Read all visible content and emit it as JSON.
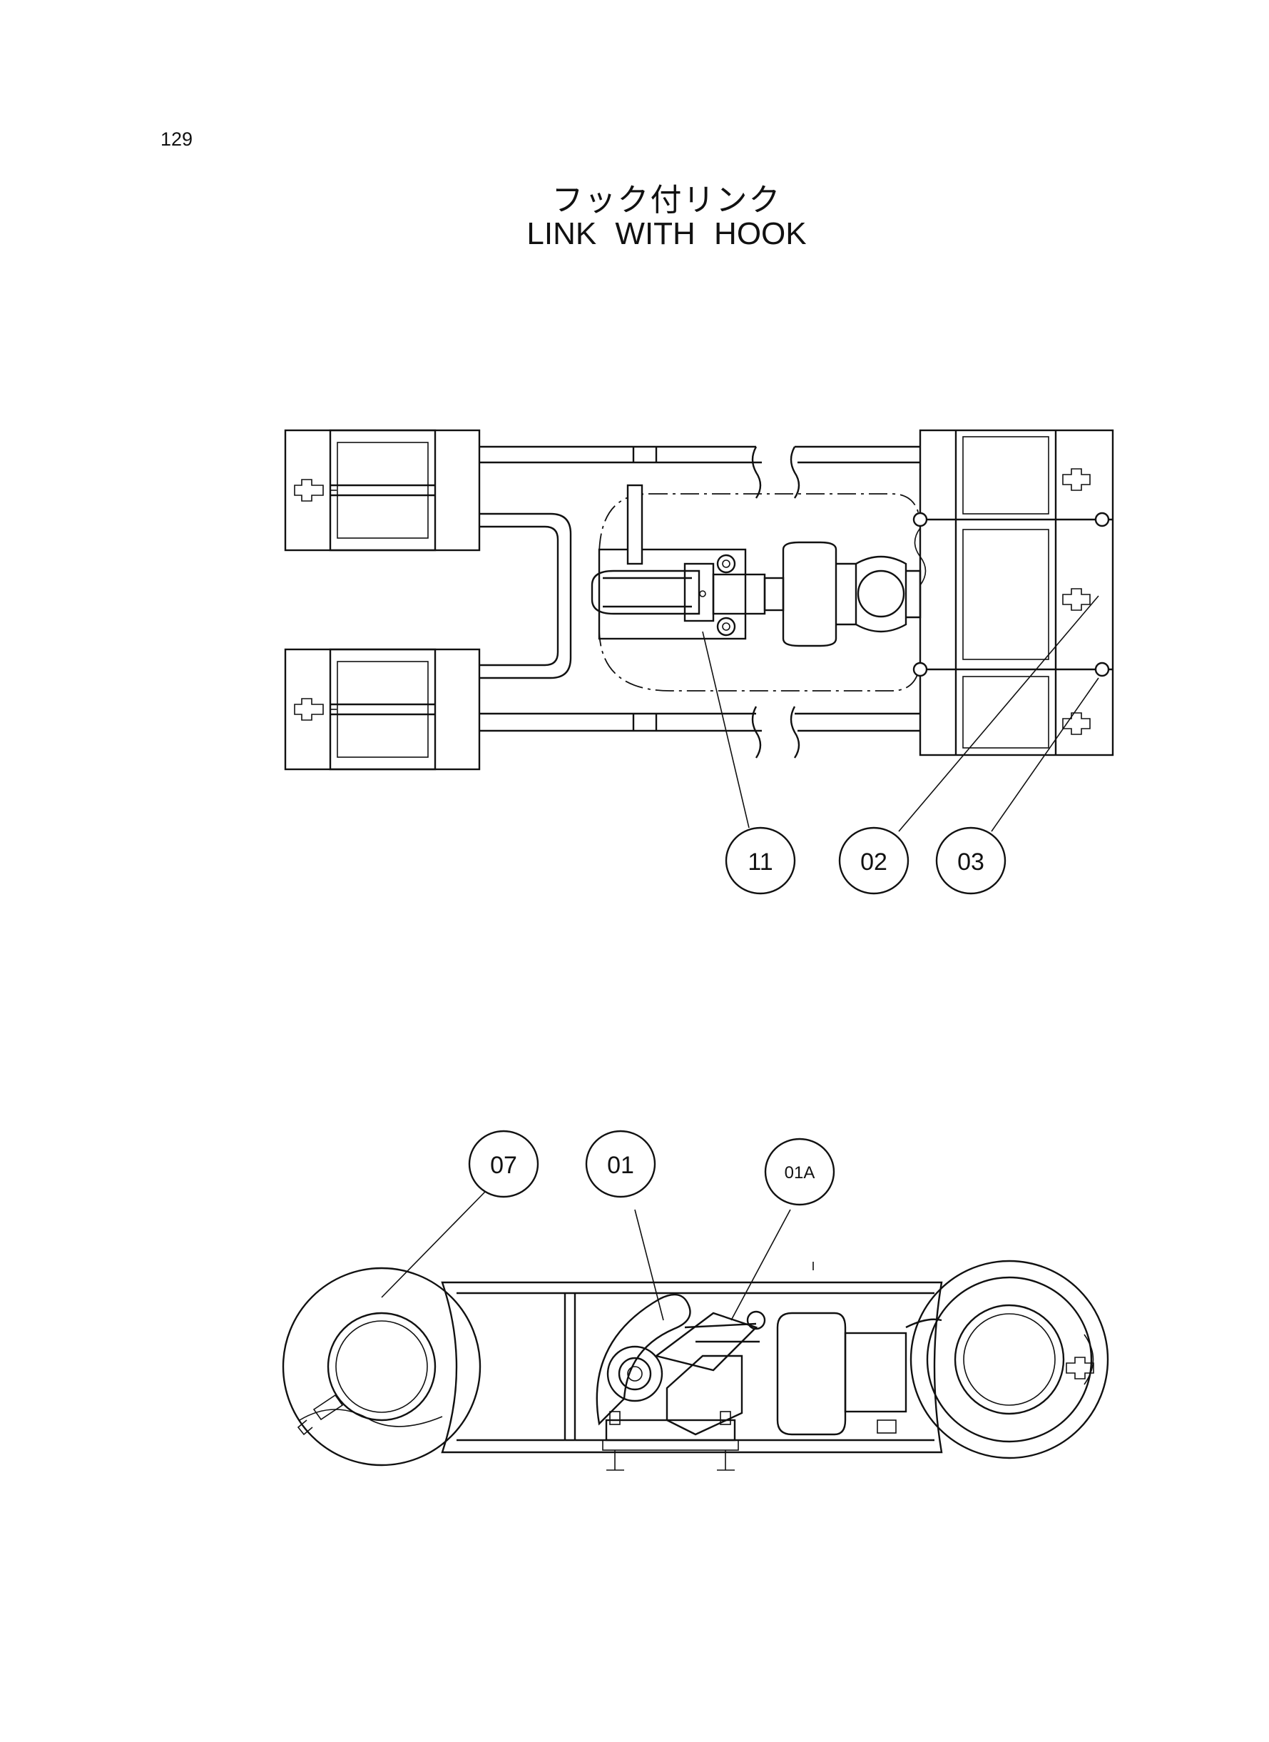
{
  "page_number": "129",
  "title_jp": "フック付リンク",
  "title_en": "LINK  WITH  HOOK",
  "callouts": {
    "c11": "11",
    "c02": "02",
    "c03": "03",
    "c07": "07",
    "c01": "01",
    "c01a": "01A"
  }
}
